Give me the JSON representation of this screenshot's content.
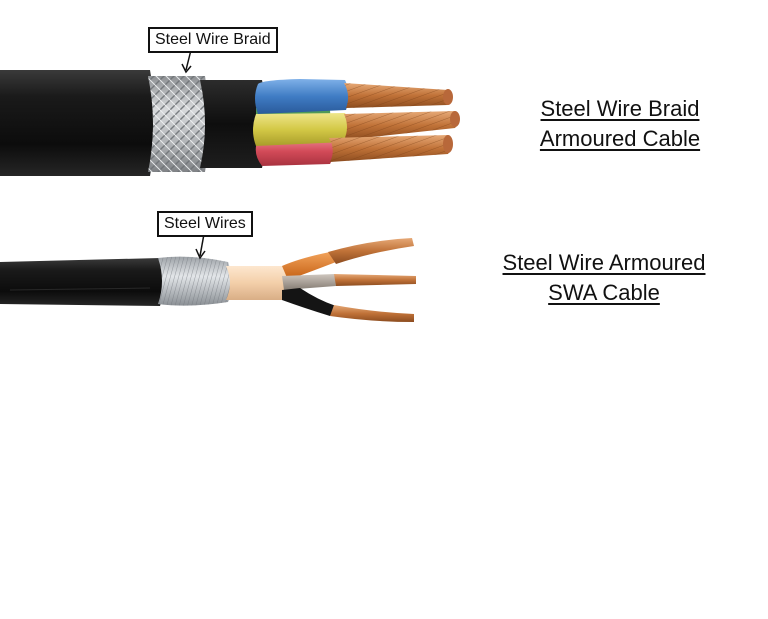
{
  "cables": [
    {
      "callout": "Steel Wire Braid",
      "caption_line1": "Steel Wire Braid",
      "caption_line2": "Armoured Cable"
    },
    {
      "callout": "Steel Wires",
      "caption_line1": "Steel Wire Armoured",
      "caption_line2": "SWA Cable"
    }
  ],
  "colors": {
    "sheath": "#141414",
    "braid": "#b9bcbf",
    "core_blue": "#4a86c8",
    "core_yellow": "#d9cf4f",
    "core_red": "#d8505e",
    "core_green": "#4f9a57",
    "copper": "#c47a3f",
    "bedding": "#f4d3b0",
    "core_orange": "#e07a22",
    "core_grey": "#a39a90",
    "core_black": "#111111"
  }
}
